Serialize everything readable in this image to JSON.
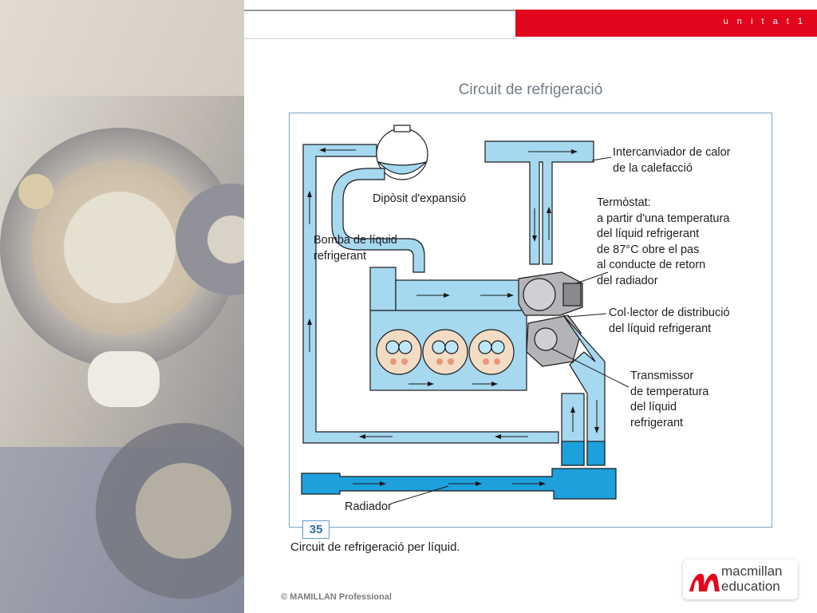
{
  "header": {
    "unit_label": "u n i t a t  1"
  },
  "slide": {
    "title": "Circuit de refrigeració"
  },
  "diagram": {
    "labels": {
      "expansion_tank": "Dipòsit d'expansió",
      "heat_exchanger": "Intercanviador de calor\nde la calefacció",
      "thermostat": "Termòstat:\na partir d'una temperatura\ndel líquid refrigerant\nde 87°C obre el pas\nal conducte de retorn\ndel radiador",
      "pump": "Bomba de líquid\nrefrigerant",
      "collector": "Col·lector de distribució\ndel líquid refrigerant",
      "temperature_sender": "Transmissor\nde temperatura\ndel líquid\nrefrigerant",
      "radiator": "Radiador"
    },
    "colors": {
      "coolant_light": "#a6d8f0",
      "coolant_dark": "#1ea0dc",
      "outline": "#1a1a1a",
      "frame": "#7aa7c9"
    },
    "figure_number": "35",
    "caption": "Circuit de refrigeració per líquid."
  },
  "footer": {
    "copyright": "© MAMILLAN Professional",
    "logo_text": "macmillan\neducation",
    "logo_color": "#e3051b"
  }
}
